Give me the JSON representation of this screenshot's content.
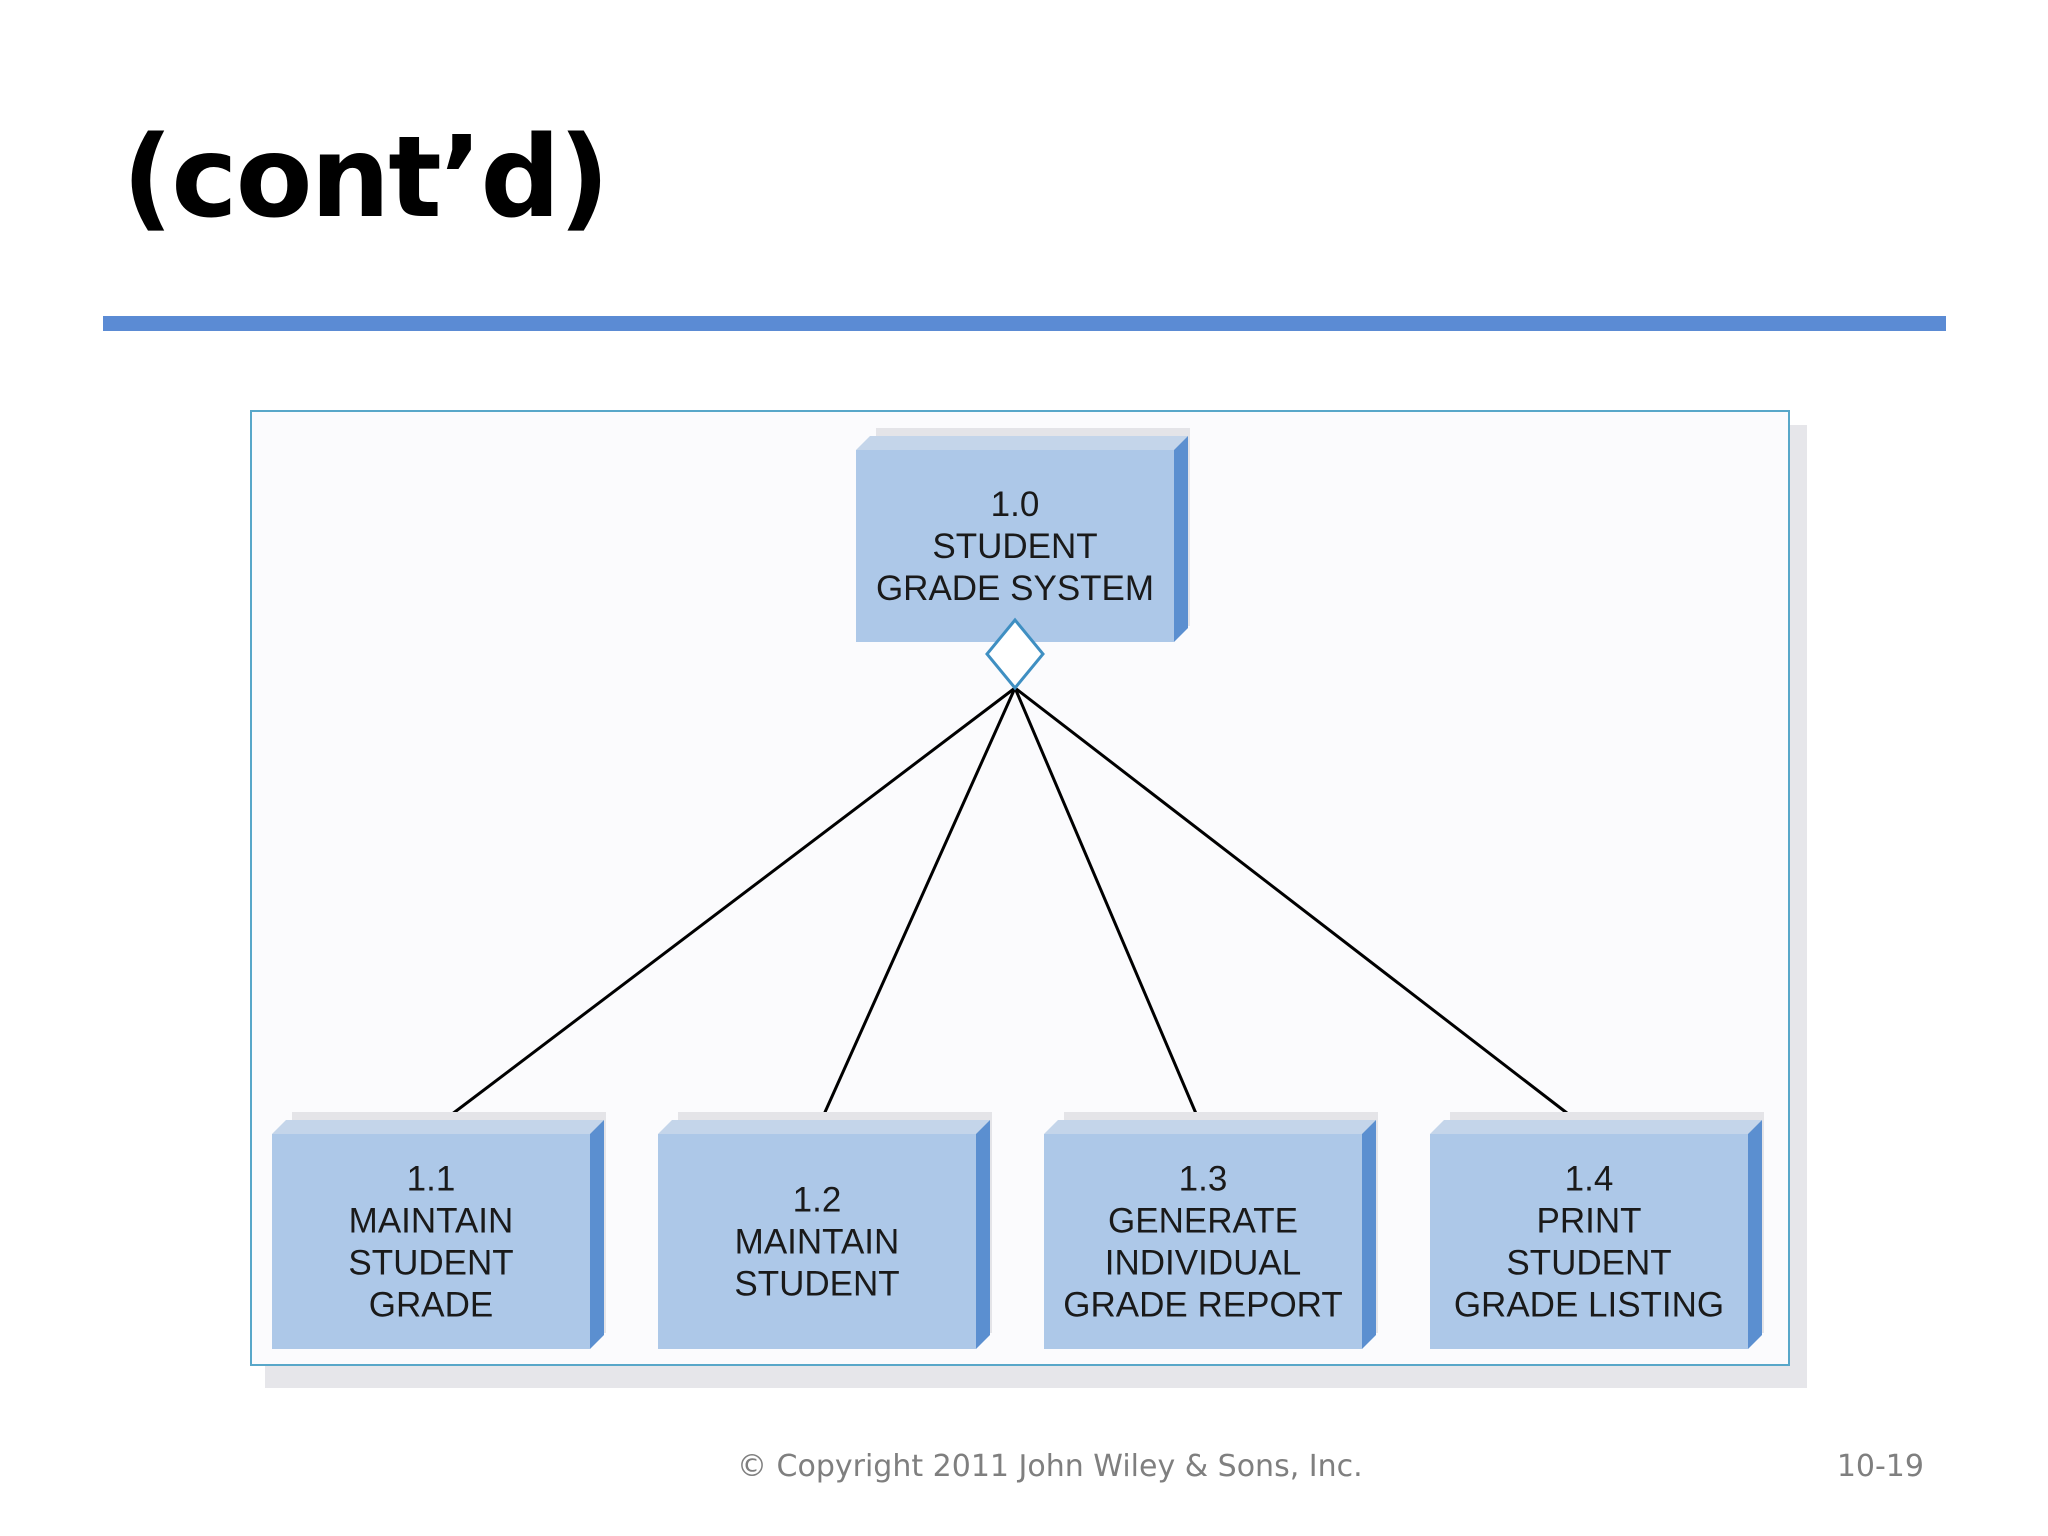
{
  "slide": {
    "title": "(cont’d)",
    "footer_copyright": "© Copyright 2011 John Wiley & Sons, Inc.",
    "page_number": "10-19"
  },
  "diagram": {
    "colors": {
      "box_front": "#adc8e8",
      "box_top": "#c4d5ea",
      "box_side": "#5b8fd0",
      "connector_fill": "#ffffff",
      "connector_stroke": "#3f8fc2",
      "arrow": "#000000",
      "accent_rule": "#5b8bd4",
      "frame": "#58a7c9"
    },
    "root": {
      "lines": [
        "1.0",
        "STUDENT",
        "GRADE SYSTEM"
      ]
    },
    "connector": "diamond-icon",
    "children": [
      {
        "lines": [
          "1.1",
          "MAINTAIN",
          "STUDENT",
          "GRADE"
        ]
      },
      {
        "lines": [
          "1.2",
          "MAINTAIN",
          "STUDENT"
        ]
      },
      {
        "lines": [
          "1.3",
          "GENERATE",
          "INDIVIDUAL",
          "GRADE REPORT"
        ]
      },
      {
        "lines": [
          "1.4",
          "PRINT",
          "STUDENT",
          "GRADE LISTING"
        ]
      }
    ]
  }
}
